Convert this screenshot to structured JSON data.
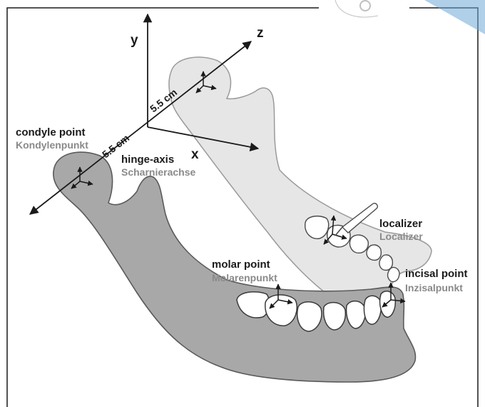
{
  "colors": {
    "frame": "#1a1a1a",
    "jaw_dark": "#a8a8a8",
    "jaw_light": "#e6e6e6",
    "tooth_fill": "#ffffff",
    "watermark": "#6fa8d6"
  },
  "axes": {
    "x": "x",
    "y": "y",
    "z": "z"
  },
  "dimensions": {
    "upper": "5.5 cm",
    "lower": "5.5 cm"
  },
  "labels": {
    "condyle": {
      "en": "condyle point",
      "de": "Kondylenpunkt"
    },
    "hinge": {
      "en": "hinge-axis",
      "de": "Scharnierachse"
    },
    "molar": {
      "en": "molar point",
      "de": "Molarenpunkt"
    },
    "localizer": {
      "en": "localizer",
      "de": "Localizer"
    },
    "incisal": {
      "en": "incisal point",
      "de": "Inzisalpunkt"
    }
  },
  "icons": {
    "triads": "coordinate-triad-icon",
    "localizer": "pen-localizer-icon"
  }
}
